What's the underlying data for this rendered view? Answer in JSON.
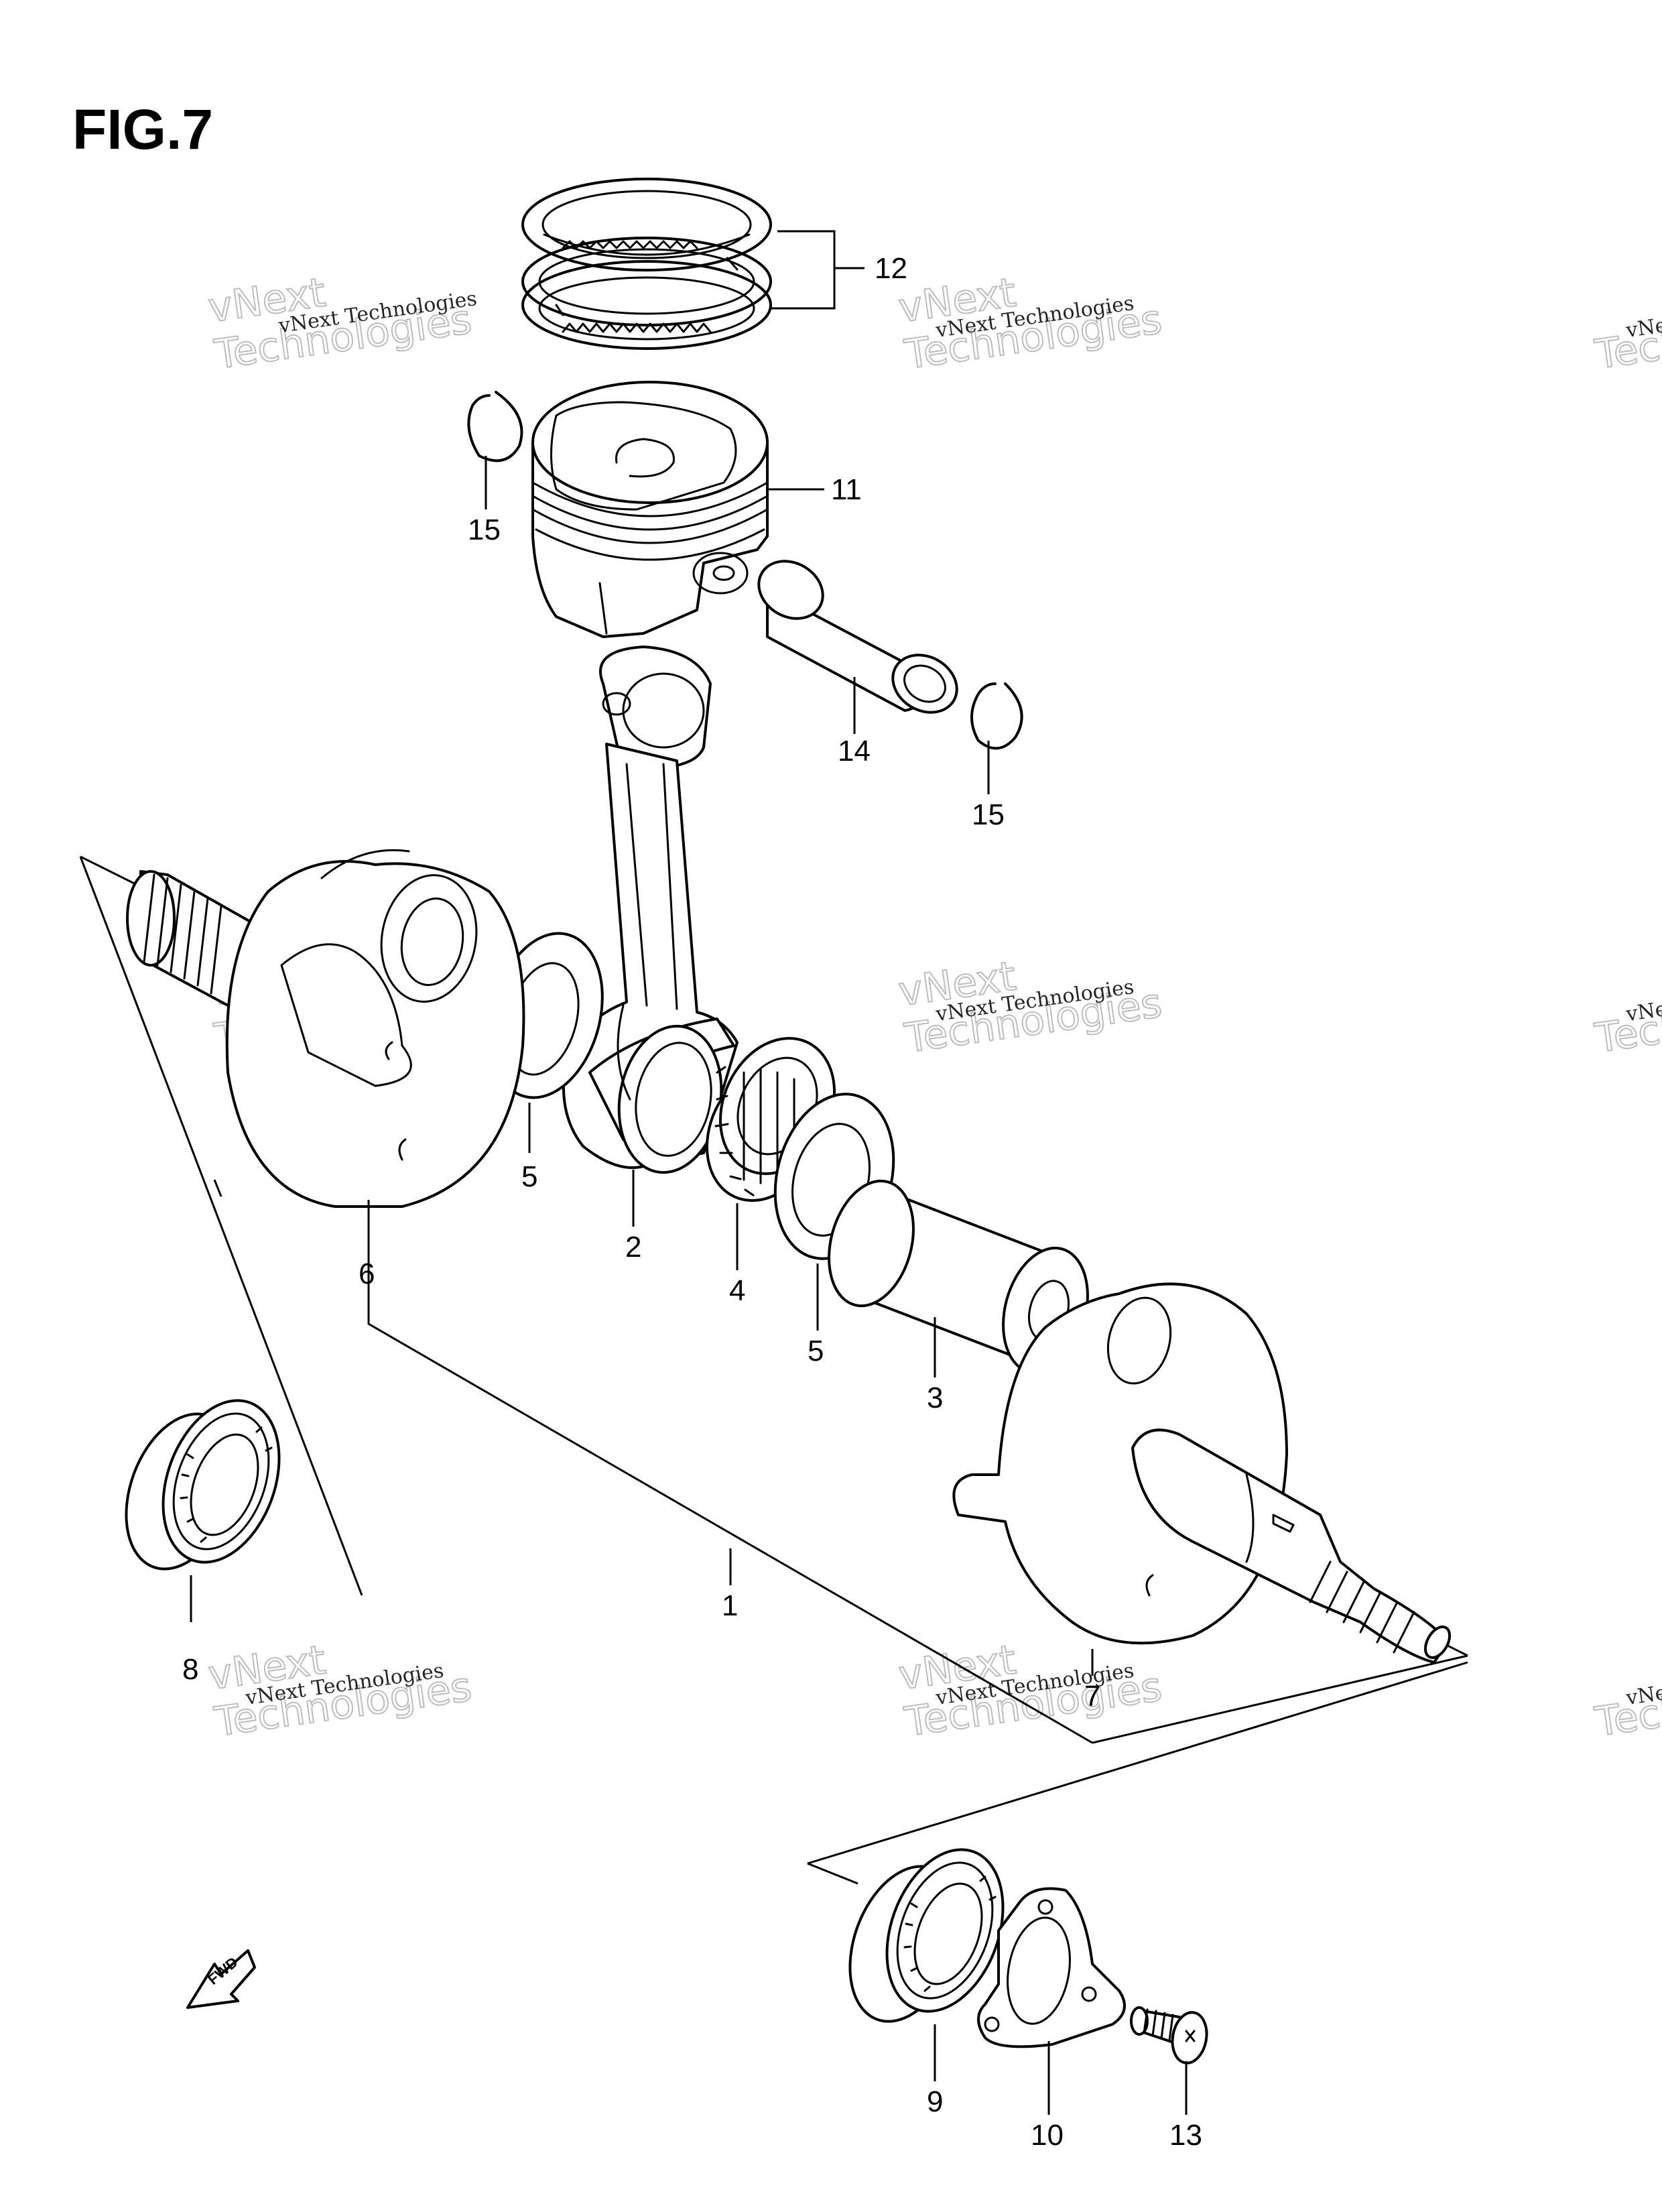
{
  "figure": {
    "title": "FIG.7"
  },
  "watermark": {
    "line1": "vNext",
    "line2": "Technologies",
    "small": "vNext Technologies"
  },
  "fwd_label": "FWD",
  "callouts": [
    {
      "id": "1",
      "label": "1"
    },
    {
      "id": "2",
      "label": "2"
    },
    {
      "id": "3",
      "label": "3"
    },
    {
      "id": "4",
      "label": "4"
    },
    {
      "id": "5a",
      "label": "5"
    },
    {
      "id": "5b",
      "label": "5"
    },
    {
      "id": "6",
      "label": "6"
    },
    {
      "id": "7",
      "label": "7"
    },
    {
      "id": "8",
      "label": "8"
    },
    {
      "id": "9",
      "label": "9"
    },
    {
      "id": "10",
      "label": "10"
    },
    {
      "id": "11",
      "label": "11"
    },
    {
      "id": "12",
      "label": "12"
    },
    {
      "id": "13",
      "label": "13"
    },
    {
      "id": "14",
      "label": "14"
    },
    {
      "id": "15a",
      "label": "15"
    },
    {
      "id": "15b",
      "label": "15"
    }
  ]
}
